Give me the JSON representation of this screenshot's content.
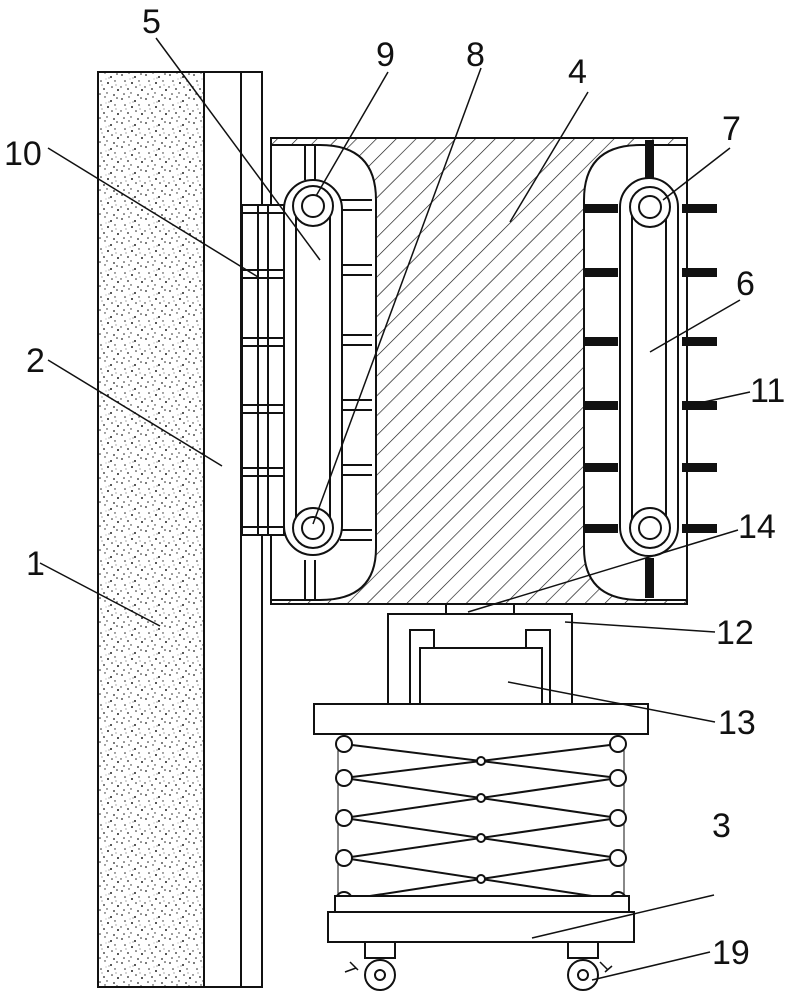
{
  "figure": {
    "labels": {
      "n1": "1",
      "n2": "2",
      "n3": "3",
      "n4": "4",
      "n5": "5",
      "n6": "6",
      "n7": "7",
      "n8": "8",
      "n9": "9",
      "n10": "10",
      "n11": "11",
      "n12": "12",
      "n13": "13",
      "n14": "14",
      "n19": "19"
    }
  },
  "colors": {
    "line": "#111111",
    "background": "#ffffff"
  }
}
